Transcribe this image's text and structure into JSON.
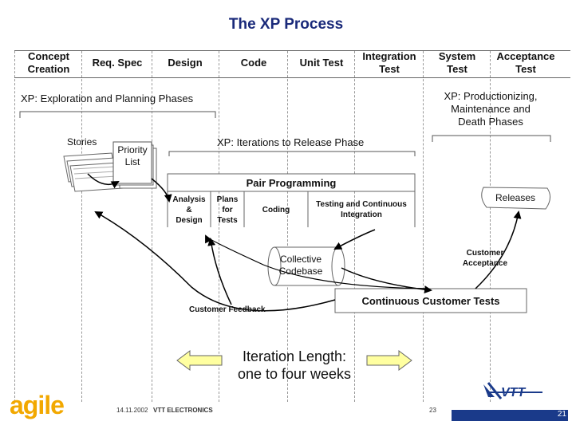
{
  "title": "The XP Process",
  "phases": [
    {
      "name": "Concept Creation",
      "line1": "Concept",
      "line2": "Creation"
    },
    {
      "name": "Req. Spec",
      "line1": "Req. Spec",
      "line2": ""
    },
    {
      "name": "Design",
      "line1": "Design",
      "line2": ""
    },
    {
      "name": "Code",
      "line1": "Code",
      "line2": ""
    },
    {
      "name": "Unit Test",
      "line1": "Unit Test",
      "line2": ""
    },
    {
      "name": "Integration Test",
      "line1": "Integration",
      "line2": "Test"
    },
    {
      "name": "System Test",
      "line1": "System",
      "line2": "Test"
    },
    {
      "name": "Acceptance Test",
      "line1": "Acceptance",
      "line2": "Test"
    }
  ],
  "labels": {
    "exploration": "XP: Exploration and Planning Phases",
    "productionizing_1": "XP: Productionizing,",
    "productionizing_2": "Maintenance and",
    "productionizing_3": "Death Phases",
    "iterations": "XP: Iterations to Release Phase",
    "stories": "Stories",
    "priority_1": "Priority",
    "priority_2": "List",
    "pair_programming": "Pair Programming",
    "analysis_1": "Analysis",
    "analysis_2": "&",
    "analysis_3": "Design",
    "plans_1": "Plans",
    "plans_2": "for",
    "plans_3": "Tests",
    "coding": "Coding",
    "testing_1": "Testing and Continuous",
    "testing_2": "Integration",
    "releases": "Releases",
    "customer_acceptance_1": "Customer",
    "customer_acceptance_2": "Acceptance",
    "collective_1": "Collective",
    "collective_2": "Codebase",
    "customer_feedback": "Customer Feedback",
    "continuous_tests": "Continuous Customer Tests",
    "iteration_1": "Iteration Length:",
    "iteration_2": "one to four weeks"
  },
  "footer": {
    "logo": "agile",
    "date": "14.11.2002",
    "org": "VTT ELECTRONICS",
    "page": "23",
    "vtt_logo": "VTT",
    "slide_number": "21"
  },
  "colors": {
    "title": "#1a2a7a",
    "agile_logo": "#f2a800",
    "arrow_fill": "#ffffa0",
    "vtt_blue": "#1a3a8a"
  }
}
